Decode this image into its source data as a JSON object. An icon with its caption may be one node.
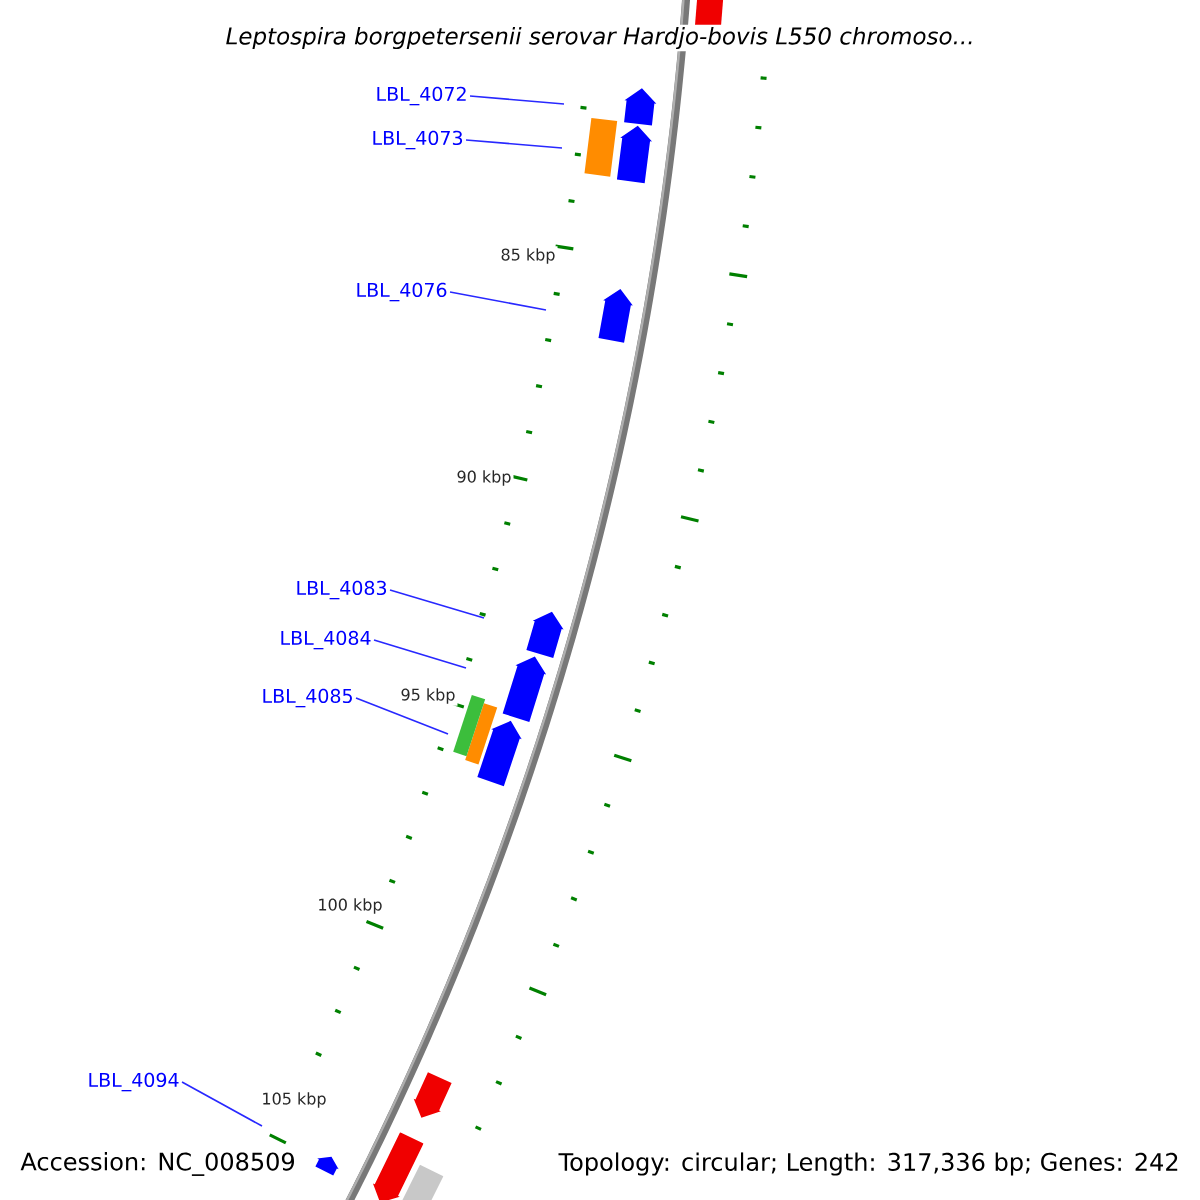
{
  "diagram": {
    "title": "*Leptospira borgpetersenii serovar Hardjo-bovis L550 chromoso...*",
    "nodes": [
      {
        "text": [
          "LBL_4072"
        ]
      },
      {
        "text": [
          "LBL_4073"
        ]
      },
      {
        "text": [
          "LBL_4076"
        ]
      },
      {
        "text": [
          "LBL_4083"
        ]
      },
      {
        "text": [
          "LBL_4084"
        ]
      },
      {
        "text": [
          "LBL_4085"
        ]
      },
      {
        "text": [
          "LBL_4094"
        ]
      }
    ],
    "edges": [
      {
        "from": 0,
        "to": null,
        "arrow": "none"
      },
      {
        "from": 1,
        "to": null,
        "arrow": "none"
      },
      {
        "from": 2,
        "to": null,
        "arrow": "none"
      },
      {
        "from": 3,
        "to": null,
        "arrow": "none"
      },
      {
        "from": 4,
        "to": null,
        "arrow": "none"
      },
      {
        "from": 5,
        "to": null,
        "arrow": "none"
      },
      {
        "from": 6,
        "to": null,
        "arrow": "none"
      }
    ],
    "labels": [
      "85 kbp",
      "90 kbp",
      "95 kbp",
      "100 kbp",
      "105 kbp",
      "Accession: NC_008509",
      "Topology: circular; Length: 317,336 bp; Genes: 242"
    ]
  }
}
